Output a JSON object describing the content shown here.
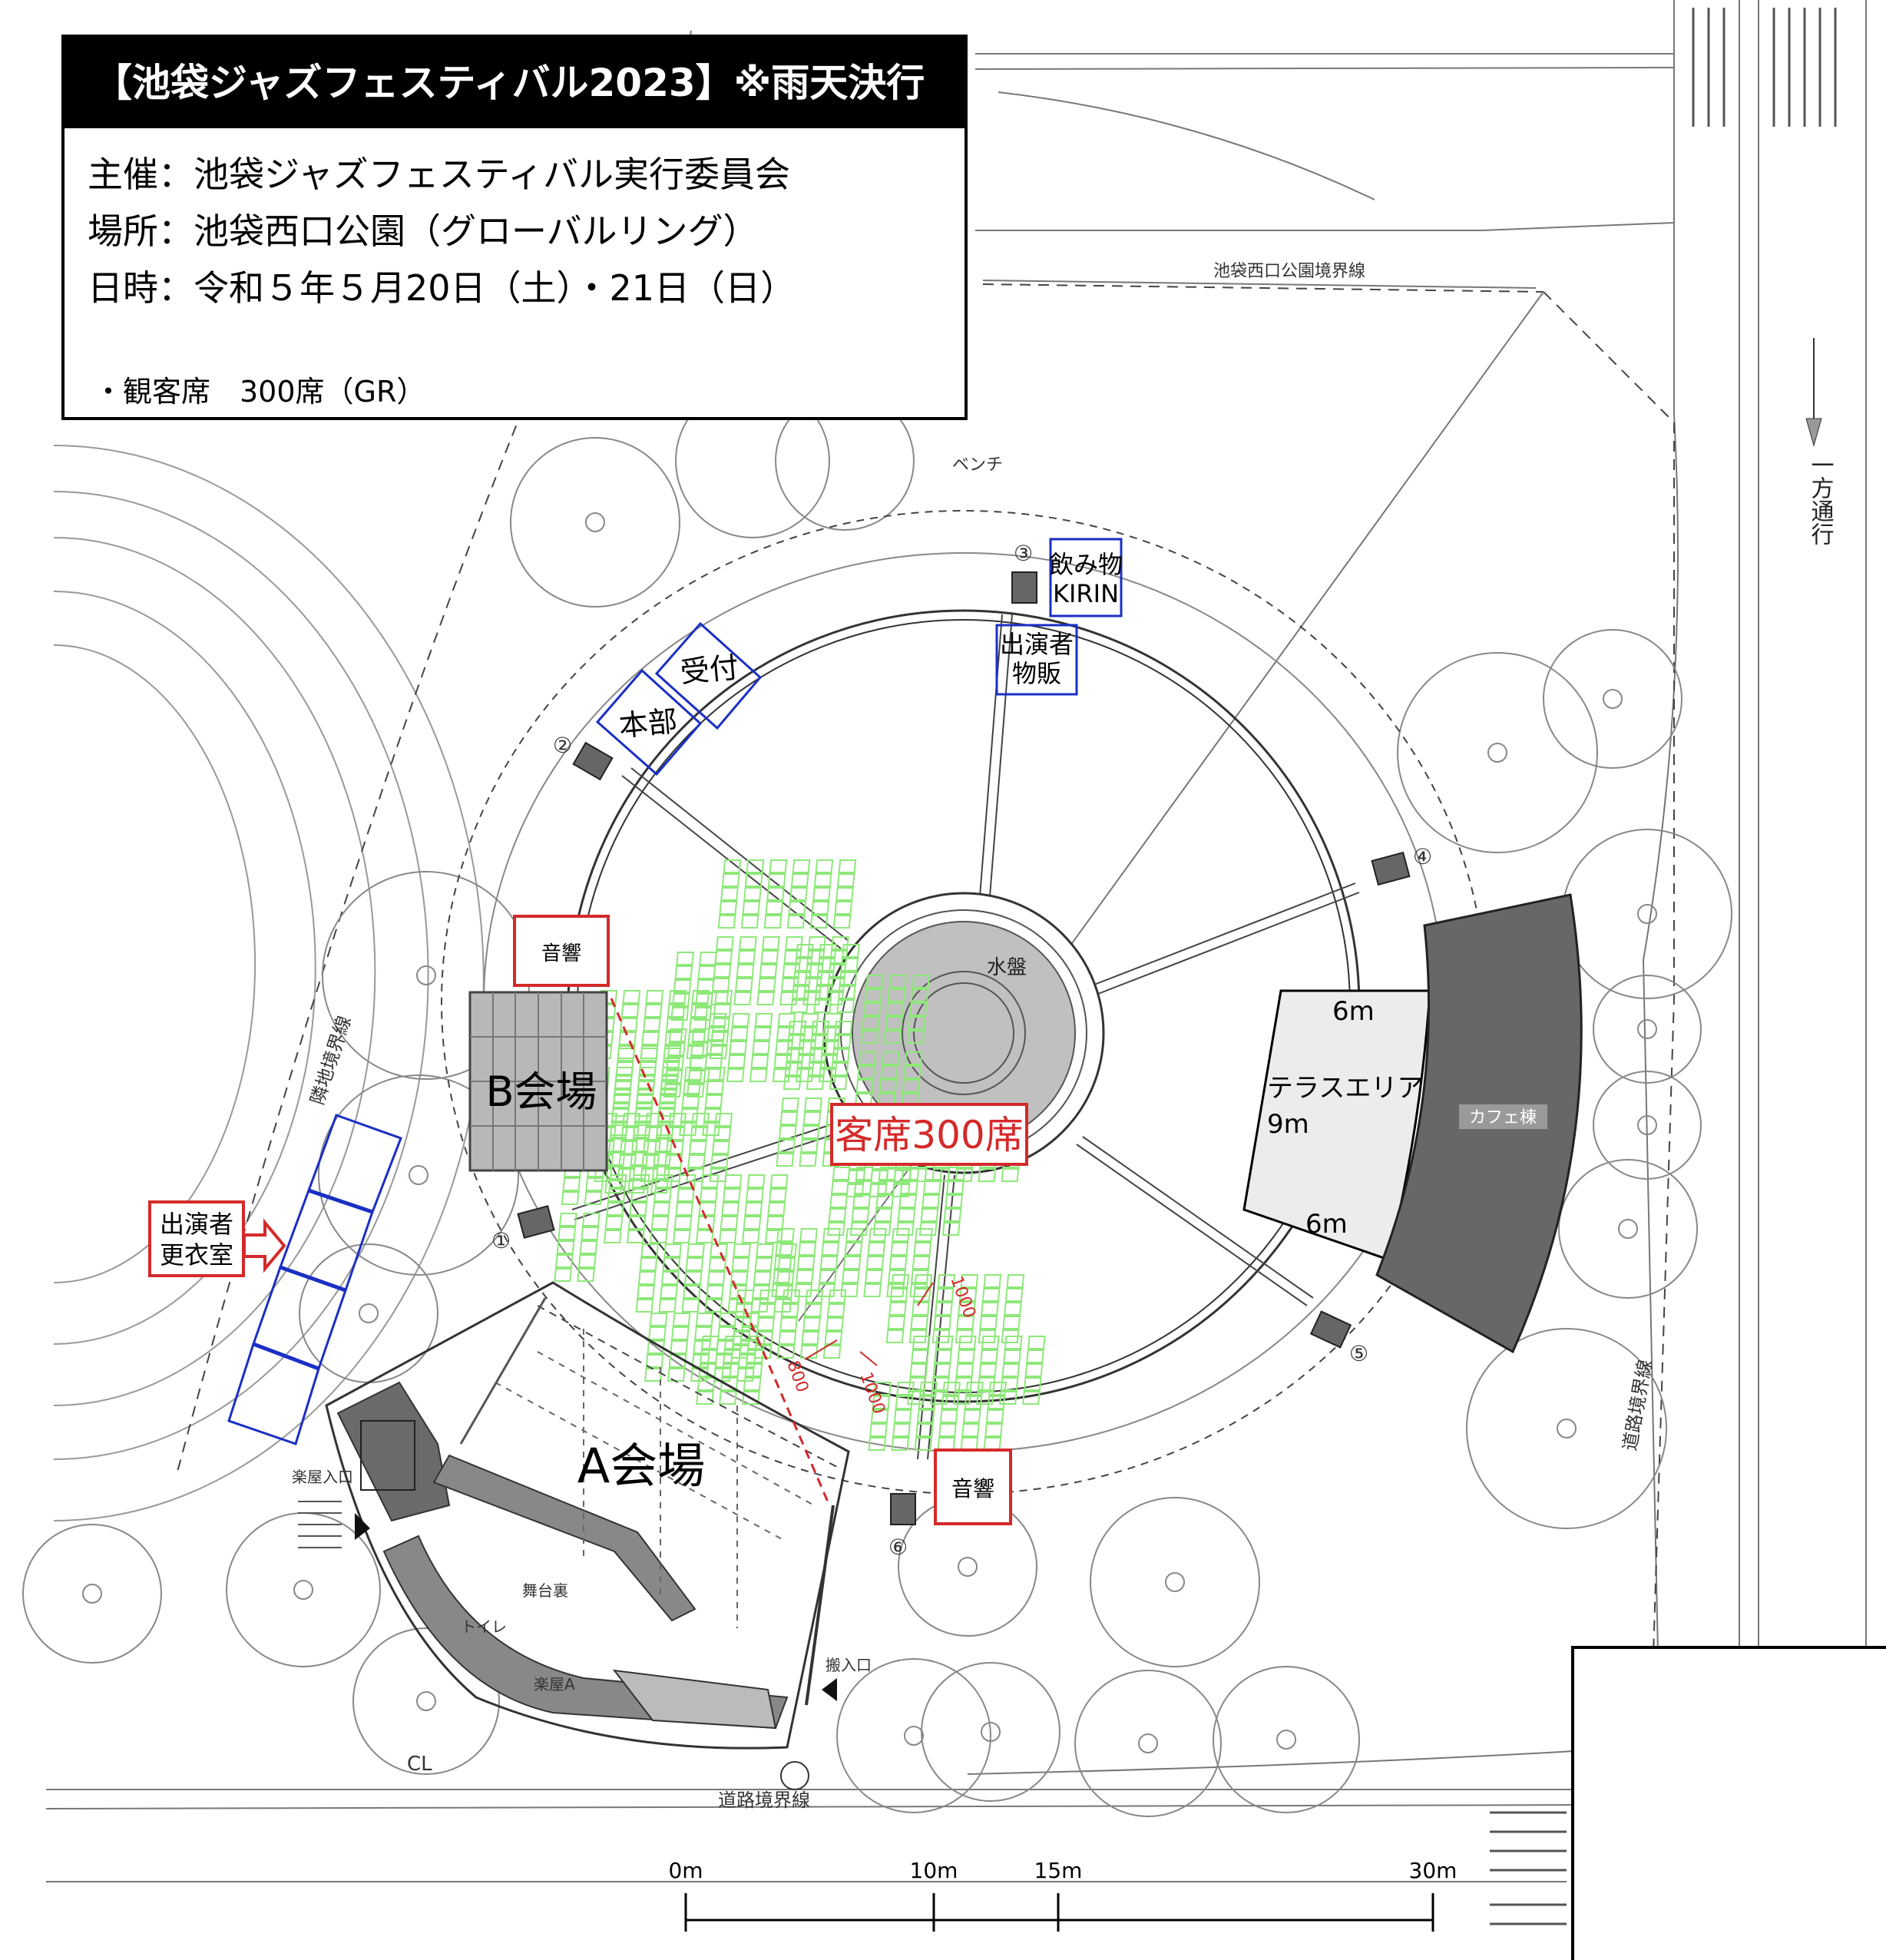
{
  "info": {
    "title": "【池袋ジャズフェスティバル2023】※雨天決行",
    "organizer": "主催：池袋ジャズフェスティバル実行委員会",
    "place": "場所：池袋西口公園（グローバルリング）",
    "datetime": "日時：令和５年５月20日（土）・21日（日）",
    "seats_note": "・観客席　300席（GR）"
  },
  "labels": {
    "bench": "ベンチ",
    "park_boundary": "池袋西口公園境界線",
    "one_way": "一方通行",
    "neighbor_boundary": "隣地境界線",
    "road_boundary_right": "道路境界線",
    "road_boundary_bottom": "道路境界線",
    "water_basin": "水盤",
    "drinks": "飲み物",
    "kirin": "KIRIN",
    "performer_sales_1": "出演者",
    "performer_sales_2": "物販",
    "reception": "受付",
    "headquarters": "本部",
    "sound_1": "音響",
    "sound_2": "音響",
    "venue_b": "B会場",
    "venue_a": "A会場",
    "seats": "客席300席",
    "terrace": "テラスエリア",
    "terrace_width_top": "6m",
    "terrace_depth": "9m",
    "terrace_width_bottom": "6m",
    "cafe": "カフェ棟",
    "dressing_1": "出演者",
    "dressing_2": "更衣室",
    "backstage": "舞台裏",
    "toilet": "トイレ",
    "green_room": "楽屋A",
    "stage_entrance": "楽屋入口",
    "loading_entrance": "搬入口",
    "dim_800": "800",
    "dim_1000a": "1000",
    "dim_1000b": "1000",
    "marker_1": "①",
    "marker_2": "②",
    "marker_3": "③",
    "marker_4": "④",
    "marker_5": "⑤",
    "marker_6": "⑥",
    "cl": "CL"
  },
  "scale": {
    "ticks": [
      "0m",
      "10m",
      "15m",
      "30m"
    ]
  },
  "colors": {
    "blue": "#1a2fc4",
    "red": "#d42a2a",
    "green": "#8ee87a",
    "dark": "#666666",
    "gray": "#b8b8b8"
  }
}
